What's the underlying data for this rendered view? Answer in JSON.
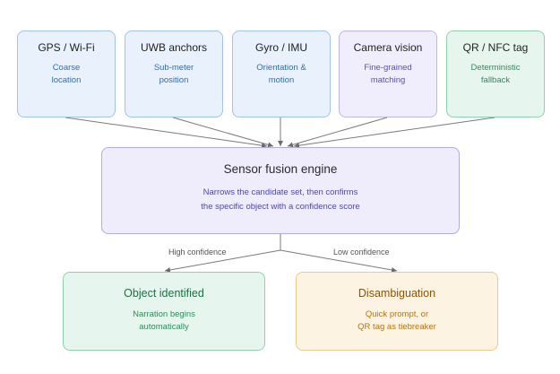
{
  "sources": [
    {
      "title": "GPS / Wi-Fi",
      "desc_line1": "Coarse",
      "desc_line2": "location",
      "color": "blue"
    },
    {
      "title": "UWB anchors",
      "desc_line1": "Sub-meter",
      "desc_line2": "position",
      "color": "blue"
    },
    {
      "title": "Gyro / IMU",
      "desc_line1": "Orientation &",
      "desc_line2": "motion",
      "color": "blue"
    },
    {
      "title": "Camera vision",
      "desc_line1": "Fine-grained",
      "desc_line2": "matching",
      "color": "purple"
    },
    {
      "title": "QR / NFC tag",
      "desc_line1": "Deterministic",
      "desc_line2": "fallback",
      "color": "green"
    }
  ],
  "fusion": {
    "title": "Sensor fusion engine",
    "desc_line1": "Narrows the candidate set, then confirms",
    "desc_line2": "the specific object with a confidence score"
  },
  "outcomes": {
    "identified": {
      "title": "Object identified",
      "desc_line1": "Narration begins",
      "desc_line2": "automatically"
    },
    "disambiguation": {
      "title": "Disambiguation",
      "desc_line1": "Quick prompt, or",
      "desc_line2": "QR tag as tiebreaker"
    }
  },
  "edge_labels": {
    "high": "High confidence",
    "low": "Low confidence"
  },
  "colors": {
    "blue": "#e8f1fc",
    "purple": "#f0eefc",
    "green": "#e6f6ee",
    "orange": "#fdf3e3",
    "connector": "#6b6b6b"
  }
}
